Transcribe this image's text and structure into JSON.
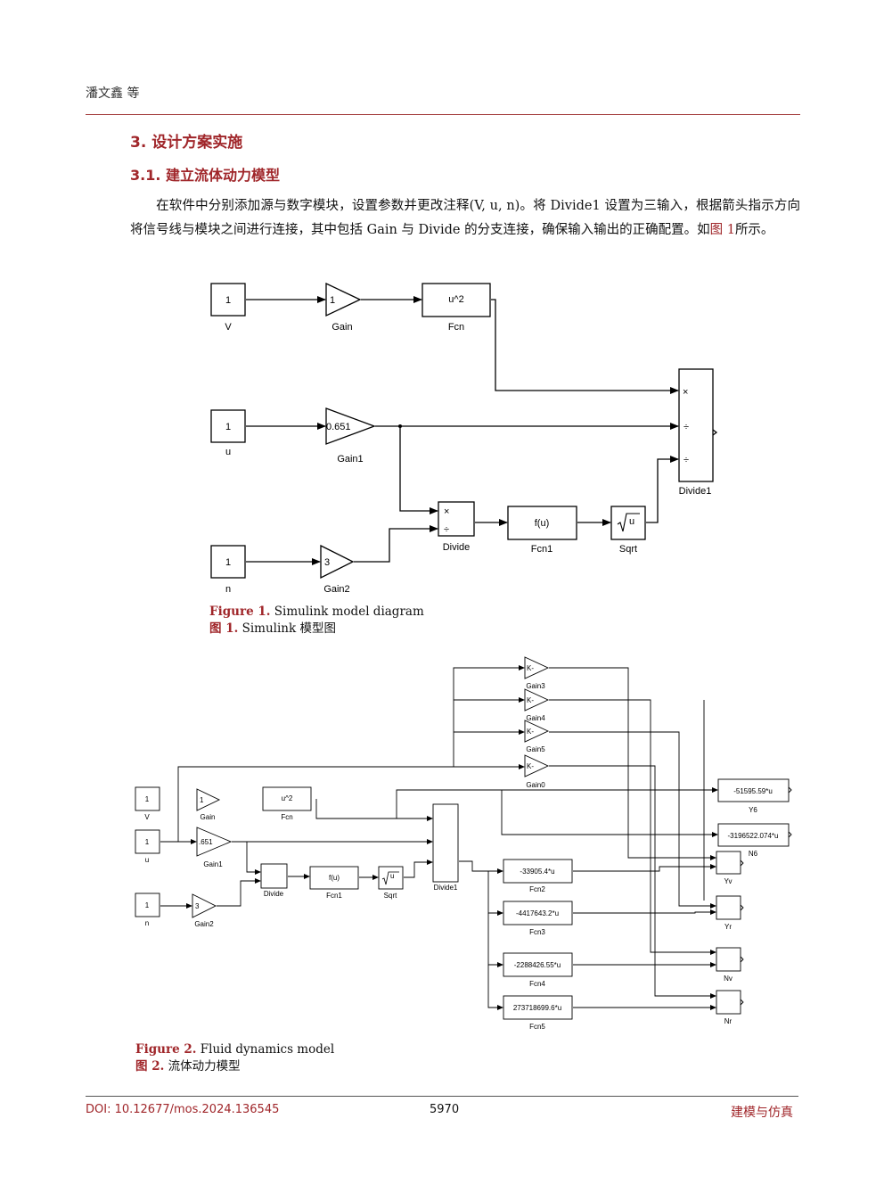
{
  "header": {
    "author": "潘文鑫 等"
  },
  "section": {
    "title": "3. 设计方案实施",
    "subtitle": "3.1. 建立流体动力模型"
  },
  "paragraph": {
    "text_before_ref": "在软件中分别添加源与数字模块，设置参数并更改注释(V, u, n)。将 Divide1 设置为三输入，根据箭头指示方向将信号线与模块之间进行连接，其中包括 Gain 与 Divide 的分支连接，确保输入输出的正确配置。如",
    "ref": "图 1",
    "text_after_ref": "所示。"
  },
  "figure1": {
    "caption_en_label": "Figure 1.",
    "caption_en": "Simulink model diagram",
    "caption_cn_label": "图 1.",
    "caption_cn": "Simulink 模型图",
    "blocks": {
      "const_v": "1",
      "label_v": "V",
      "const_u": "1",
      "label_u": "u",
      "const_n": "1",
      "label_n": "n",
      "gain_val": "1",
      "gain_name": "Gain",
      "gain1_val": "0.651",
      "gain1_name": "Gain1",
      "gain2_val": "3",
      "gain2_name": "Gain2",
      "fcn_expr": "u^2",
      "fcn_name": "Fcn",
      "divide_x": "×",
      "divide_div": "÷",
      "divide_name": "Divide",
      "fcn1_expr": "f(u)",
      "fcn1_name": "Fcn1",
      "sqrt_expr": "u",
      "sqrt_name": "Sqrt",
      "divide1_name": "Divide1"
    }
  },
  "figure2": {
    "caption_en_label": "Figure 2.",
    "caption_en": "Fluid dynamics model",
    "caption_cn_label": "图 2.",
    "caption_cn": "流体动力模型",
    "blocks": {
      "gain3": "Gain3",
      "gain4": "Gain4",
      "gain5": "Gain5",
      "gain0": "Gain0",
      "k": "K-",
      "const": "1",
      "v": "V",
      "u": "u",
      "n": "n",
      "gain": "Gain",
      "gain1": "Gain1",
      "gain2": "Gain2",
      "gain_val": "1",
      "gain1_val": ".651",
      "gain2_val": "3",
      "fcn": "Fcn",
      "fcn_expr": "u^2",
      "divide": "Divide",
      "fcn1": "Fcn1",
      "fcn1_expr": "f(u)",
      "sqrt": "Sqrt",
      "sqrt_expr": "u",
      "divide1": "Divide1",
      "y6_expr": "-51595.59*u",
      "y6": "Y6",
      "n6_expr": "-3196522.074*u",
      "n6": "N6",
      "fcn2_expr": "-33905.4*u",
      "fcn2": "Fcn2",
      "fcn3_expr": "-4417643.2*u",
      "fcn3": "Fcn3",
      "fcn4_expr": "-2288426.55*u",
      "fcn4": "Fcn4",
      "fcn5_expr": "273718699.6*u",
      "fcn5": "Fcn5",
      "yv": "Yv",
      "yr": "Yr",
      "nv": "Nv",
      "nr": "Nr"
    }
  },
  "footer": {
    "doi": "DOI: 10.12677/mos.2024.136545",
    "page": "5970",
    "journal": "建模与仿真"
  }
}
